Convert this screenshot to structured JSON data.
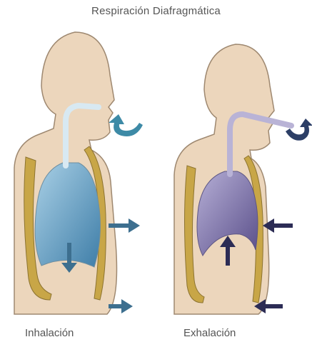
{
  "title": "Respiración Diafragmática",
  "panels": [
    {
      "caption": "Inhalación",
      "lung_color": "#5f9cc0",
      "arrow_color": "#3d6f8f"
    },
    {
      "caption": "Exhalación",
      "lung_color": "#7a70a6",
      "arrow_color": "#2c2c55"
    }
  ],
  "colors": {
    "skin": "#ecd6bc",
    "skin_outline": "#9e8870",
    "diaphragm": "#c8a647"
  }
}
